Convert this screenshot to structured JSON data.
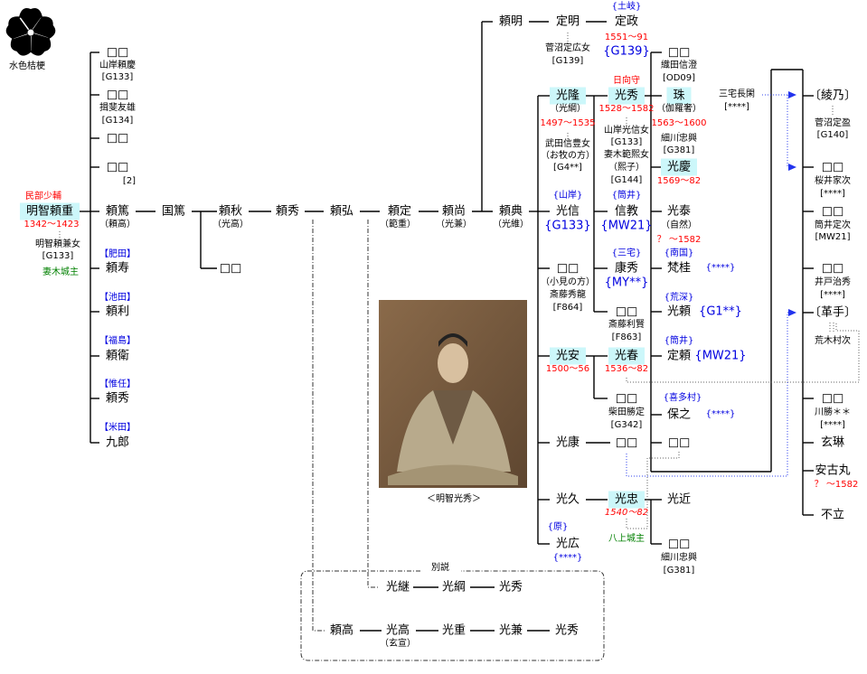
{
  "crest": {
    "label": "水色桔梗"
  },
  "root": {
    "title": "民部少輔",
    "name": "明智頼重",
    "years": "1342〜1423",
    "wife": "明智頼兼女",
    "wife_ref": "[G133]",
    "castle": "妻木城主"
  },
  "gen1": [
    {
      "name": "□□",
      "spouse": "山岸頼慶",
      "ref": "[G133]"
    },
    {
      "name": "□□",
      "spouse": "揖斐友雄",
      "ref": "[G134]"
    },
    {
      "name": "□□"
    },
    {
      "name": "□□",
      "note": "[2]"
    },
    {
      "name": "頼篤",
      "alias": "（頼高）"
    },
    {
      "clan": "【肥田】",
      "name": "頼寿"
    },
    {
      "clan": "【池田】",
      "name": "頼利"
    },
    {
      "clan": "【福島】",
      "name": "頼衛"
    },
    {
      "clan": "【惟任】",
      "name": "頼秀"
    },
    {
      "clan": "【米田】",
      "name": "九郎"
    }
  ],
  "line": {
    "kuniatsu": "国篤",
    "yoriaki": {
      "name": "頼秋",
      "alias": "（光高）"
    },
    "yoriaki_child": "□□",
    "yorihide": "頼秀",
    "yorihiro": "頼弘",
    "yorisada": {
      "name": "頼定",
      "alias": "（範重）"
    },
    "yorinao": {
      "name": "頼尚",
      "alias": "（光兼）"
    },
    "yorinori": {
      "name": "頼典",
      "alias": "（光維）"
    },
    "yoriaki2": "頼明",
    "sadaaki": {
      "name": "定明",
      "wife": "菅沼定広女",
      "ref": "[G139]"
    },
    "sadamasa": {
      "clan": "{土岐}",
      "name": "定政",
      "years": "1551〜91",
      "ref": "{G139}"
    }
  },
  "yorinori_children": {
    "mitsutaka": {
      "name": "光隆",
      "alias": "（光綱）",
      "years": "1497〜1535",
      "wife": "武田信豊女",
      "wife_alias": "（お牧の方）",
      "ref": "[G4**]"
    },
    "mitsunobu": {
      "clan": "{山岸}",
      "name": "光信",
      "ref": "{G133}"
    },
    "daughter": {
      "name": "□□",
      "alias": "（小見の方）",
      "spouse": "斎藤秀龍",
      "ref": "[F864]"
    },
    "mitsuyasu": {
      "name": "光安",
      "years": "1500〜56"
    },
    "mitsukado": {
      "name": "光康",
      "child": "□□"
    },
    "mitsuhisa": {
      "name": "光久"
    },
    "mitsuhiro": {
      "clan": "{原}",
      "name": "光広",
      "ref": "{****}"
    }
  },
  "mitsutaka_children": {
    "mitsuhide": {
      "title": "日向守",
      "name": "光秀",
      "years": "1528〜1582",
      "wife1": "山岸光信女",
      "wife1_ref": "[G133]",
      "wife2": "妻木範熙女",
      "wife2_alias": "（熙子）",
      "wife2_ref": "[G144]"
    },
    "nobunori": {
      "clan": "{筒井}",
      "name": "信教",
      "ref": "{MW21}"
    },
    "yasuhide": {
      "clan": "{三宅}",
      "name": "康秀",
      "ref": "{MY**}"
    },
    "daughter": {
      "name": "□□",
      "spouse": "斎藤利賢",
      "ref": "[F863]"
    }
  },
  "mitsuyasu_children": {
    "mitsuharu": {
      "name": "光春",
      "years": "1536〜82"
    },
    "daughter": {
      "name": "□□",
      "spouse": "柴田勝定",
      "ref": "[G342]"
    }
  },
  "mitsutada": {
    "name": "光忠",
    "years": "1540〜82",
    "castle": "八上城主",
    "child1": "光近",
    "child2": "□□",
    "child2_spouse": "細川忠興",
    "child2_ref": "[G381]"
  },
  "mitsuhide_children": [
    {
      "name": "□□",
      "spouse": "織田信澄",
      "ref": "[OD09]"
    },
    {
      "name": "珠",
      "alias": "（伽羅奢）",
      "years": "1563〜1600",
      "spouse": "細川忠興",
      "ref": "[G381]"
    },
    {
      "name": "光慶",
      "years": "1569〜82"
    },
    {
      "name": "光泰",
      "alias": "（自然）",
      "years": "？ 〜1582"
    },
    {
      "clan": "{南国}",
      "name": "梵桂",
      "ref": "{****}"
    },
    {
      "clan": "{荒深}",
      "name": "光頼",
      "ref": "{G1**}"
    },
    {
      "clan": "{筒井}",
      "name": "定頼",
      "ref": "{MW21}"
    },
    {
      "clan": "{喜多村}",
      "name": "保之",
      "ref": "{****}"
    },
    {
      "name": "□□"
    }
  ],
  "adopter": {
    "name": "三宅長閑",
    "ref": "[****]"
  },
  "right_children": [
    {
      "name": "〔綾乃〕",
      "spouse": "菅沼定盈",
      "ref": "[G140]"
    },
    {
      "name": "□□",
      "spouse": "桜井家次",
      "ref": "[****]"
    },
    {
      "name": "□□",
      "spouse": "筒井定次",
      "ref": "[MW21]"
    },
    {
      "name": "□□",
      "spouse": "井戸治秀",
      "ref": "[****]"
    },
    {
      "name": "〔革手〕",
      "spouse": "荒木村次"
    },
    {
      "name": "□□",
      "spouse": "川勝＊＊",
      "ref": "[****]"
    },
    {
      "name": "玄琳"
    },
    {
      "name": "安古丸",
      "years": "？ 〜1582"
    },
    {
      "name": "不立"
    }
  ],
  "portrait": {
    "caption": "＜明智光秀＞"
  },
  "alt_theory": {
    "label": "別説",
    "row1": [
      "光継",
      "光綱",
      "光秀"
    ],
    "row2": [
      "頼高",
      "光高",
      "光重",
      "光兼",
      "光秀"
    ],
    "row2_alias": "（玄宣）"
  }
}
